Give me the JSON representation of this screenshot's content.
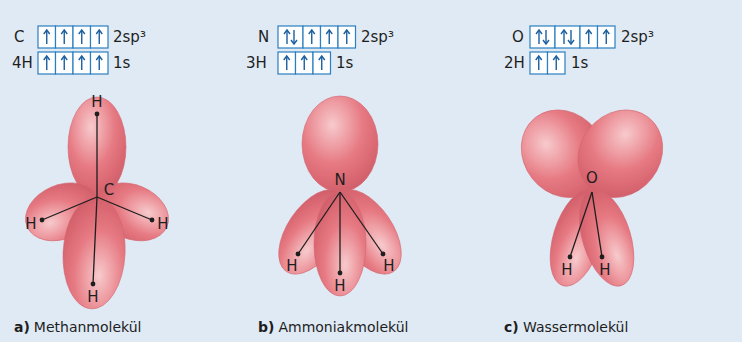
{
  "diagram": {
    "labels": [
      "C",
      "2sp³",
      "4H",
      "1s",
      "N",
      "2sp³",
      "3H",
      "1s",
      "O",
      "2sp³",
      "2H",
      "1s",
      "H",
      "C",
      "H",
      "H",
      "H",
      "N",
      "H",
      "H",
      "H",
      "O",
      "H",
      "H",
      "a)",
      "Methanmolekül",
      "b)",
      "Ammoniakmolekül",
      "c)",
      "Wassermolekül"
    ]
  }
}
